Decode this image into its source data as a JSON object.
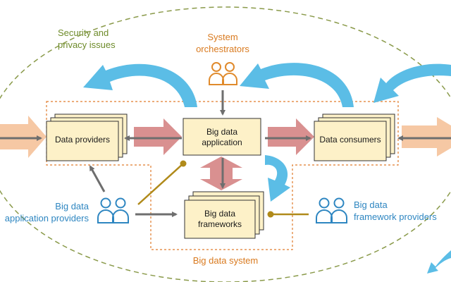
{
  "labels": {
    "security": [
      "Security and",
      "privacy issues"
    ],
    "orchestrators": [
      "System",
      "orchestrators"
    ],
    "app_providers": [
      "Big data",
      "application providers"
    ],
    "framework_providers": [
      "Big data",
      "framework providers"
    ],
    "system": "Big data system"
  },
  "boxes": {
    "data_providers": "Data providers",
    "application": [
      "Big data",
      "application"
    ],
    "data_consumers": "Data consumers",
    "frameworks": [
      "Big data",
      "frameworks"
    ]
  },
  "colors": {
    "ellipse": "#8a9a4a",
    "box_fill": "#fdf1c8",
    "orange_dash": "#e07a2a",
    "salmon_arrow": "#d99090",
    "flow_arrow": "#f6c8a4",
    "blue_arrow": "#5bbde6",
    "gray": "#6e6e6e",
    "gold": "#b08a1a",
    "actor_orange": "#e08a2c",
    "actor_blue": "#2e86c1"
  },
  "icons": [
    "orchestrators-people-icon",
    "app-providers-people-icon",
    "framework-providers-people-icon"
  ]
}
